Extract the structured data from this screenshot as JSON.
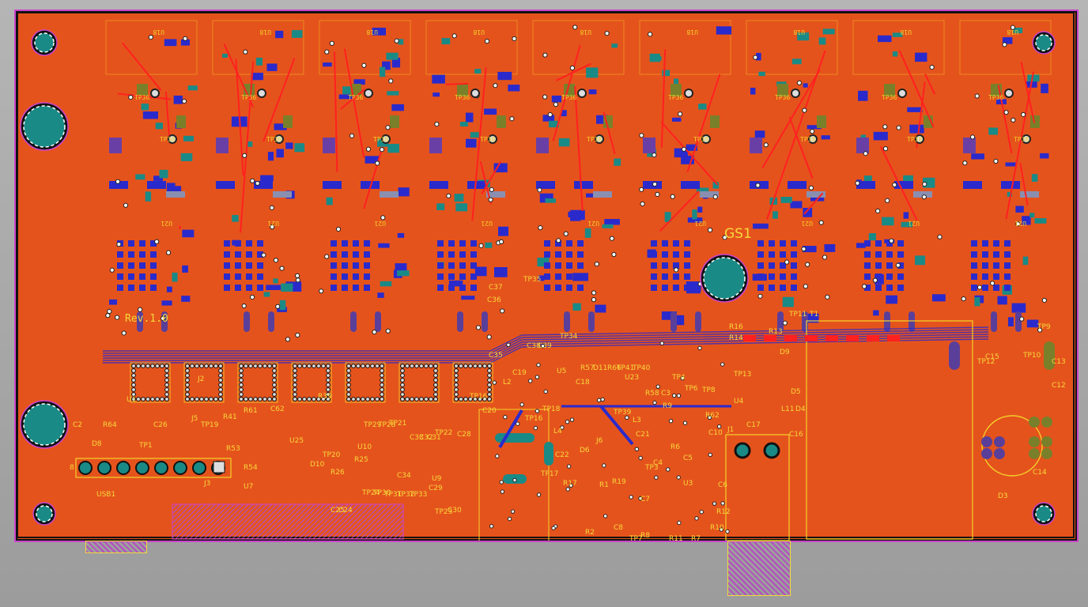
{
  "board": {
    "designator": "GS1",
    "revision": "Rev.1.0",
    "channel_count": 9,
    "channel_labels": {
      "upper_regulator": "U18",
      "lower_ic": "U21",
      "test_point_a": "TP38",
      "test_point_b": "TP36"
    },
    "colors": {
      "copper_top": "#e5531c",
      "silkscreen": "#f2d22a",
      "bottom_layer": "#2a2acc",
      "top_layer": "#ff2020",
      "pad": "#1a8a86",
      "keepout": "#cc44cc"
    }
  },
  "labels": {
    "tp35": "TP35",
    "tp34": "TP34",
    "tp37": "C37",
    "c36": "C36",
    "c35": "C35",
    "c19": "C19",
    "c38": "C38",
    "c39": "C39",
    "u5": "U5",
    "r57": "R57",
    "d11": "D11",
    "c18": "C18",
    "tp41": "TP41",
    "tp40": "TP40",
    "r66": "R66",
    "u23": "U23",
    "tp4": "TP4",
    "tp6": "TP6",
    "tp8": "TP8",
    "tp13": "TP13",
    "u4": "U4",
    "d5": "D5",
    "d4": "D4",
    "l11": "L11",
    "c3": "C3",
    "r58": "R58",
    "r62": "R62",
    "r9": "R9",
    "tp39": "TP39",
    "l3": "L3",
    "tp18": "TP18",
    "tp16": "TP16",
    "tp16b": "TP16",
    "l2": "L2",
    "c20": "C20",
    "c21": "C21",
    "l4": "L4",
    "c22": "C22",
    "tp17": "TP17",
    "d6": "D6",
    "j6": "J6",
    "r6": "R6",
    "c10": "C10",
    "c4": "C4",
    "c5": "C5",
    "tp3": "TP3",
    "u3": "U3",
    "c6": "C6",
    "r17": "R17",
    "r1": "R1",
    "r19": "R19",
    "r2": "R2",
    "c7": "C7",
    "c8": "C8",
    "r7": "R7",
    "r8": "R8",
    "r11": "R11",
    "r10": "R10",
    "r12": "R12",
    "j1": "J1",
    "c17": "C17",
    "c16": "C16",
    "c15": "C15",
    "tp12": "TP12",
    "tp10": "TP10",
    "tp9": "TP9",
    "c13": "C13",
    "c12": "C12",
    "c14": "C14",
    "d3": "D3",
    "t1": "T1",
    "r16": "R16",
    "r13": "R13",
    "r14": "R14",
    "tp11": "TP11",
    "d9": "D9",
    "c2": "C2",
    "r64": "R64",
    "c26": "C26",
    "tp1": "TP1",
    "d8": "D8",
    "j3": "J3",
    "n8": "8",
    "usb1": "USB1",
    "r53": "R53",
    "r54": "R54",
    "u7": "U7",
    "r61": "R61",
    "c62": "C62",
    "d10": "D10",
    "tp20": "TP20",
    "u10": "U10",
    "r25": "R25",
    "r26": "R26",
    "c34": "C34",
    "u9": "U9",
    "c29": "C29",
    "c30": "C30",
    "tp23": "TP23",
    "tp24": "TP24",
    "tp30": "TP30",
    "tp31": "TP31",
    "tp32": "TP32",
    "tp33": "TP33",
    "c25": "C25",
    "c24": "C24",
    "c33": "C33",
    "c32": "C32",
    "c31": "C31",
    "tp22": "TP22",
    "c28": "C28",
    "tp29": "TP29",
    "tp28": "TP28",
    "tp21": "TP21",
    "r39": "R39",
    "tp19": "TP19",
    "r41": "R41",
    "j2": "J2",
    "u25": "U25",
    "tp7": "TP7",
    "u1": "U1",
    "j5": "J5"
  }
}
